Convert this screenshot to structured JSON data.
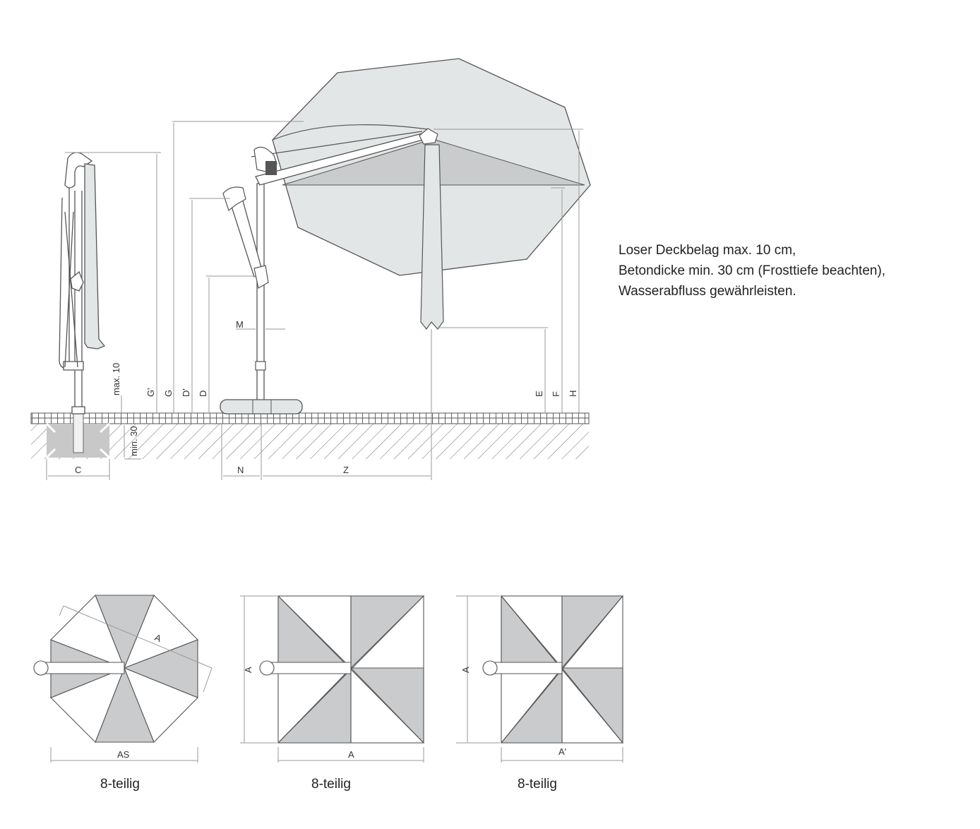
{
  "note": {
    "lines": [
      "Loser Deckbelag max. 10 cm,",
      "Betondicke min. 30 cm (Frosttiefe beachten),",
      "Wasserabfluss gewährleisten."
    ]
  },
  "side_view": {
    "dimension_labels": {
      "max10": "max. 10",
      "min30": "min. 30",
      "C": "C",
      "G_prime": "G'",
      "G": "G",
      "D_prime": "D'",
      "D": "D",
      "M": "M",
      "N": "N",
      "Z": "Z",
      "E": "E",
      "F": "F",
      "H": "H"
    }
  },
  "plan_views": [
    {
      "shape": "octagon",
      "width_label": "AS",
      "diag_label": "A",
      "caption": "8-teilig"
    },
    {
      "shape": "square",
      "width_label": "A",
      "height_label": "A",
      "caption": "8-teilig"
    },
    {
      "shape": "rectangle",
      "width_label": "A'",
      "height_label": "A",
      "caption": "8-teilig"
    }
  ],
  "colors": {
    "line": "#555555",
    "dim_line": "#9a9a9a",
    "canopy_fill": "#e3e6e6",
    "panel_fill": "#c9cbcd",
    "foundation_fill": "#c8c8c8"
  }
}
